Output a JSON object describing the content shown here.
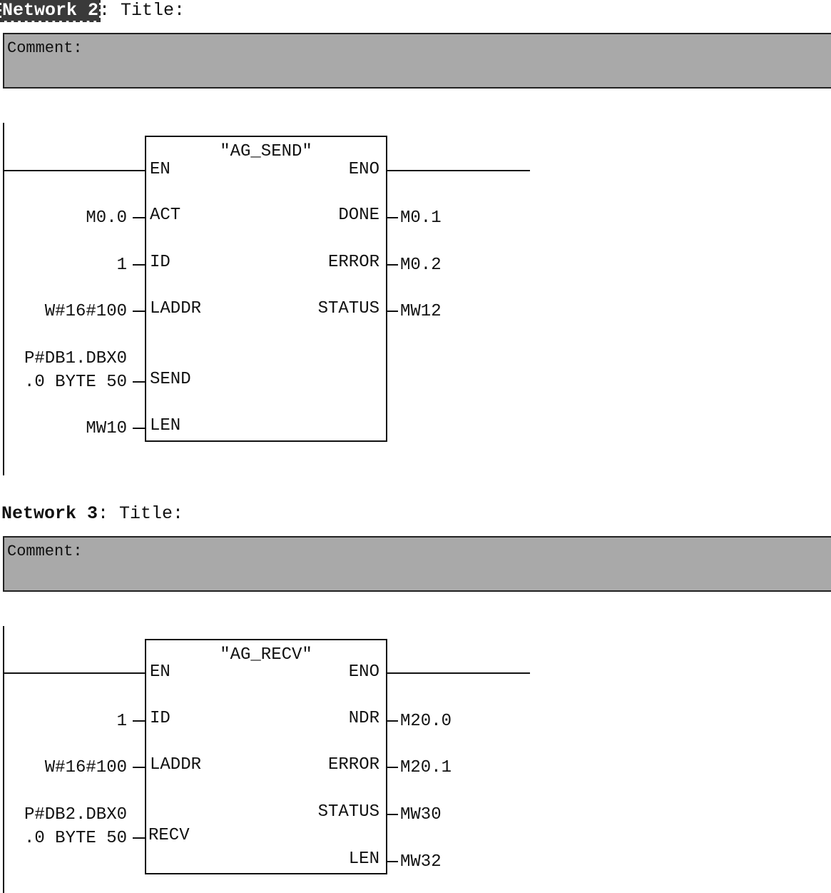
{
  "networks": [
    {
      "number_label": "Network 2",
      "title_suffix": ": Title:",
      "comment_label": "Comment:",
      "block": {
        "name": "\"AG_SEND\"",
        "en": "EN",
        "eno": "ENO",
        "inputs": [
          {
            "pin": "ACT",
            "value": "M0.0"
          },
          {
            "pin": "ID",
            "value": "1"
          },
          {
            "pin": "LADDR",
            "value": "W#16#100"
          },
          {
            "pin": "SEND",
            "value_line1": "P#DB1.DBX0",
            "value_line2": ".0 BYTE 50"
          },
          {
            "pin": "LEN",
            "value": "MW10"
          }
        ],
        "outputs": [
          {
            "pin": "DONE",
            "value": "M0.1"
          },
          {
            "pin": "ERROR",
            "value": "M0.2"
          },
          {
            "pin": "STATUS",
            "value": "MW12"
          }
        ]
      }
    },
    {
      "number_label": "Network 3",
      "title_suffix": ": Title:",
      "comment_label": "Comment:",
      "block": {
        "name": "\"AG_RECV\"",
        "en": "EN",
        "eno": "ENO",
        "inputs": [
          {
            "pin": "ID",
            "value": "1"
          },
          {
            "pin": "LADDR",
            "value": "W#16#100"
          },
          {
            "pin": "RECV",
            "value_line1": "P#DB2.DBX0",
            "value_line2": ".0 BYTE 50"
          }
        ],
        "outputs": [
          {
            "pin": "NDR",
            "value": "M20.0"
          },
          {
            "pin": "ERROR",
            "value": "M20.1"
          },
          {
            "pin": "STATUS",
            "value": "MW30"
          },
          {
            "pin": "LEN",
            "value": "MW32"
          }
        ]
      }
    }
  ]
}
